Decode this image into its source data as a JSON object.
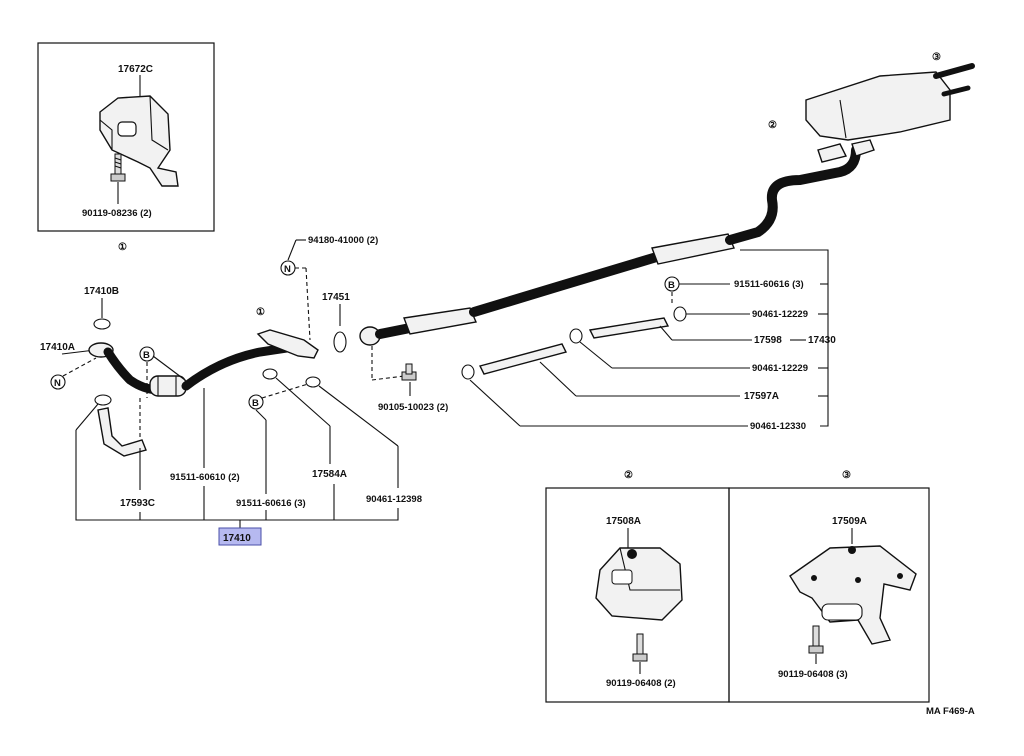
{
  "callouts": {
    "c1": "①",
    "c2": "②",
    "c3": "③"
  },
  "markers": {
    "N": "N",
    "B": "B"
  },
  "parts": {
    "p17672C": "17672C",
    "p90119_08236": "90119-08236 (2)",
    "p94180_41000": "94180-41000 (2)",
    "p17410B": "17410B",
    "p17410A": "17410A",
    "p17451": "17451",
    "p91511_60616_top": "91511-60616 (3)",
    "p90461_12229_a": "90461-12229",
    "p17598": "17598",
    "p17430": "17430",
    "p90461_12229_b": "90461-12229",
    "p17597A": "17597A",
    "p90461_12330": "90461-12330",
    "p90105_10023": "90105-10023 (2)",
    "p91511_60610": "91511-60610 (2)",
    "p17584A": "17584A",
    "p91511_60616_bot": "91511-60616 (3)",
    "p90461_12398": "90461-12398",
    "p17593C": "17593C",
    "p17410": "17410",
    "p17508A": "17508A",
    "p90119_06408_a": "90119-06408 (2)",
    "p17509A": "17509A",
    "p90119_06408_b": "90119-06408 (3)"
  },
  "diagram_code": "MA F469-A",
  "colors": {
    "highlight_fill": "#b6b9f0",
    "highlight_stroke": "#4a4fa8",
    "line": "#111111",
    "part_fill": "#f2f2f2"
  }
}
